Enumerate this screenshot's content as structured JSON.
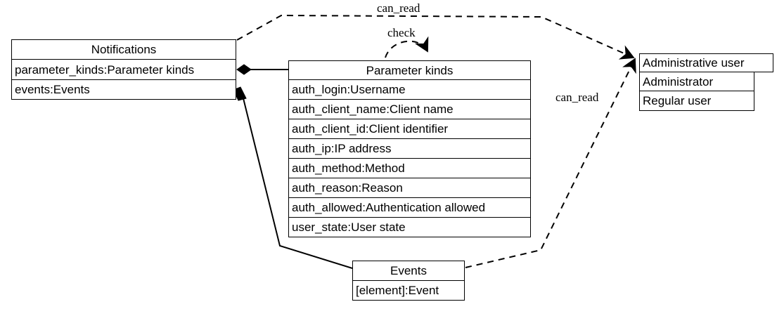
{
  "diagram": {
    "type": "uml-class-diagram",
    "background": "#ffffff",
    "stroke": "#000000",
    "classes": [
      {
        "id": "notifications",
        "title": "Notifications",
        "attributes": [
          "parameter_kinds:Parameter kinds",
          "events:Events"
        ]
      },
      {
        "id": "parameter-kinds",
        "title": "Parameter kinds",
        "attributes": [
          "auth_login:Username",
          "auth_client_name:Client name",
          "auth_client_id:Client identifier",
          "auth_ip:IP address",
          "auth_method:Method",
          "auth_reason:Reason",
          "auth_allowed:Authentication allowed",
          "user_state:User state"
        ]
      },
      {
        "id": "administrative-user",
        "title": "Administrative user",
        "attributes": [
          "Administrator",
          "Regular user"
        ]
      },
      {
        "id": "events",
        "title": "Events",
        "attributes": [
          "[element]:Event"
        ]
      }
    ],
    "edges": [
      {
        "id": "notifications-can-read-administrative-user",
        "label": "can_read",
        "style": "dashed",
        "from": "notifications",
        "to": "administrative-user",
        "arrow": "open-arrow"
      },
      {
        "id": "parameter-kinds-check-self",
        "label": "check",
        "style": "dashed",
        "from": "parameter-kinds",
        "to": "parameter-kinds",
        "arrow": "open-arrow"
      },
      {
        "id": "events-can-read-administrative-user",
        "label": "can_read",
        "style": "dashed",
        "from": "events",
        "to": "administrative-user",
        "arrow": "open-arrow"
      },
      {
        "id": "notifications-composition-parameter-kinds",
        "label": "",
        "style": "solid",
        "from": "notifications",
        "to": "parameter-kinds",
        "arrow": "filled-diamond"
      },
      {
        "id": "notifications-composition-events",
        "label": "",
        "style": "solid",
        "from": "notifications",
        "to": "events",
        "arrow": "filled-diamond"
      }
    ],
    "labels": {
      "can_read_top": "can_read",
      "check": "check",
      "can_read_bottom": "can_read"
    }
  }
}
